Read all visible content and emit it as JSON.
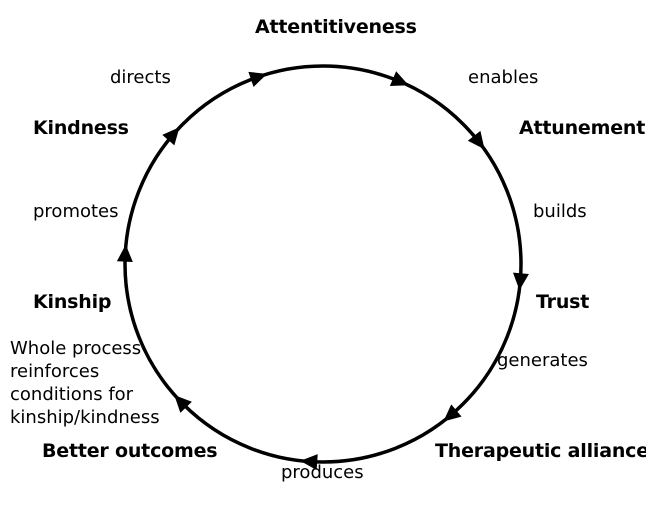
{
  "nodes": {
    "attentitiveness": "Attentitiveness",
    "attunement": "Attunement",
    "trust": "Trust",
    "therapeutic_alliance": "Therapeutic alliance",
    "better_outcomes": "Better outcomes",
    "kinship": "Kinship",
    "kindness": "Kindness"
  },
  "edges": {
    "enables": "enables",
    "builds": "builds",
    "generates": "generates",
    "produces": "produces",
    "promotes": "promotes",
    "directs": "directs"
  },
  "note": {
    "line1": "Whole process",
    "line2": "reinforces",
    "line3": "conditions for",
    "line4": "kinship/kindness"
  },
  "style": {
    "stroke_color": "#000000",
    "text_color": "#000000",
    "background": "#ffffff"
  }
}
